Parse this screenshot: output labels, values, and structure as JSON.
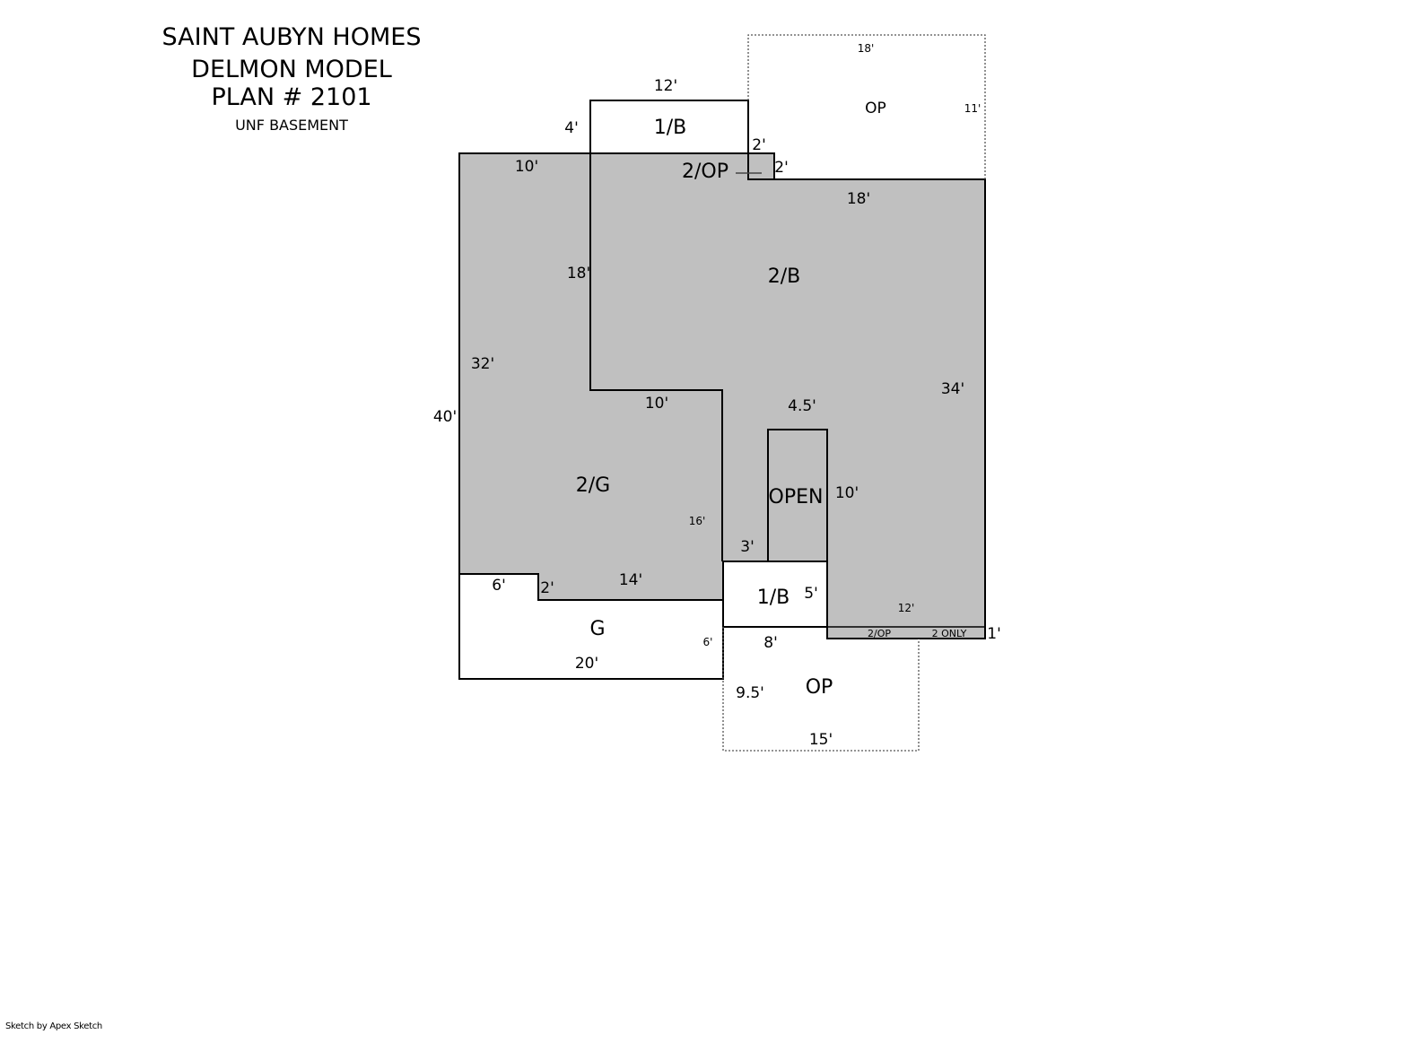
{
  "title": {
    "line1": "SAINT AUBYN HOMES",
    "line2": "DELMON MODEL",
    "line3": "PLAN # 2101",
    "line4": "UNF BASEMENT"
  },
  "credit": "Sketch by Apex Sketch",
  "colors": {
    "fill": "#c0c0c0",
    "stroke": "#000000",
    "dotted": "#555555",
    "background": "#ffffff"
  },
  "areas": {
    "b1_top": "1/B",
    "op2_top": "2/OP",
    "op_top": "OP",
    "b2": "2/B",
    "g2": "2/G",
    "open": "OPEN",
    "b1_mid": "1/B",
    "g": "G",
    "op_bottom": "OP",
    "op2_bottom": "2/OP",
    "only2": "2 ONLY"
  },
  "dimensions": {
    "top_12": "12'",
    "left_4": "4'",
    "stair_2a": "2'",
    "stair_2b": "2'",
    "op_18": "18'",
    "op_11": "11'",
    "top_10": "10'",
    "right_18": "18'",
    "inner_18": "18'",
    "left_32": "32'",
    "left_40": "40'",
    "inner_10": "10'",
    "open_45": "4.5'",
    "right_34": "34'",
    "open_10": "10'",
    "g2_16": "16'",
    "step_3": "3'",
    "g2_6": "6'",
    "g2_2": "2'",
    "g2_14": "14'",
    "b1_5": "5'",
    "r_12": "12'",
    "r_1": "1'",
    "g_6": "6'",
    "b1_8": "8'",
    "g_20": "20'",
    "op_95": "9.5'",
    "op_15": "15'"
  }
}
